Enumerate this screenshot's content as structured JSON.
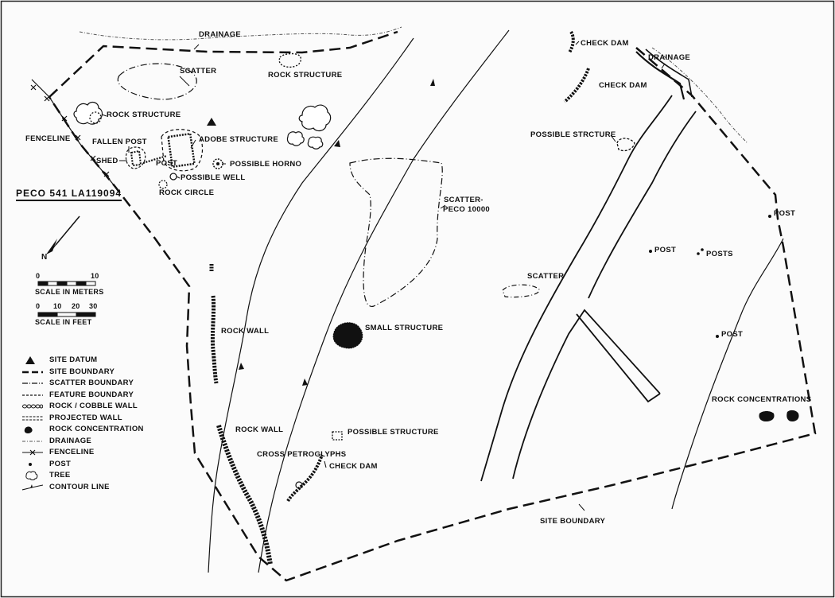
{
  "title": "PECO 541   LA119094",
  "north": "N",
  "scales": {
    "meters": {
      "ticks": [
        "0",
        "10"
      ],
      "label": "SCALE IN METERS"
    },
    "feet": {
      "ticks": [
        "0",
        "10",
        "20",
        "30"
      ],
      "label": "SCALE IN FEET"
    }
  },
  "labels": {
    "drainage_top": "DRAINAGE",
    "scatter_nw": "SCATTER",
    "rock_structure_top": "ROCK STRUCTURE",
    "rock_structure_w": "ROCK STRUCTURE",
    "fenceline": "FENCELINE",
    "fallen_post": "FALLEN POST",
    "adobe_structure": "ADOBE STRUCTURE",
    "shed": "SHED",
    "post_w": "POST",
    "possible_horno": "POSSIBLE HORNO",
    "possible_well": "POSSIBLE WELL",
    "rock_circle": "ROCK CIRCLE",
    "check_dam_ne1": "CHECK DAM",
    "drainage_ne": "DRAINAGE",
    "check_dam_ne2": "CHECK DAM",
    "possible_structure_ne": "POSSIBLE STRCTURE",
    "scatter_peco_1": "SCATTER-",
    "scatter_peco_2": "PECO 10000",
    "post_e1": "POST",
    "post_c1": "POST",
    "posts_c": "POSTS",
    "scatter_c": "SCATTER",
    "rock_wall_1": "ROCK WALL",
    "small_structure": "SMALL STRUCTURE",
    "post_e2": "POST",
    "rock_concentrations": "ROCK CONCENTRATIONS",
    "rock_wall_2": "ROCK WALL",
    "possible_structure_s": "POSSIBLE STRUCTURE",
    "cross_petroglyphs": "CROSS PETROGLYPHS",
    "check_dam_s": "CHECK DAM",
    "site_boundary": "SITE BOUNDARY"
  },
  "legend": [
    {
      "symbol": "site-datum",
      "label": "SITE DATUM"
    },
    {
      "symbol": "site-boundary",
      "label": "SITE BOUNDARY"
    },
    {
      "symbol": "scatter-boundary",
      "label": "SCATTER BOUNDARY"
    },
    {
      "symbol": "feature-boundary",
      "label": "FEATURE BOUNDARY"
    },
    {
      "symbol": "rock-cobble-wall",
      "label": "ROCK / COBBLE WALL"
    },
    {
      "symbol": "projected-wall",
      "label": "PROJECTED WALL"
    },
    {
      "symbol": "rock-concentration",
      "label": "ROCK CONCENTRATION"
    },
    {
      "symbol": "drainage",
      "label": "DRAINAGE"
    },
    {
      "symbol": "fenceline",
      "label": "FENCELINE"
    },
    {
      "symbol": "post",
      "label": "POST"
    },
    {
      "symbol": "tree",
      "label": "TREE"
    },
    {
      "symbol": "contour-line",
      "label": "CONTOUR LINE"
    }
  ]
}
